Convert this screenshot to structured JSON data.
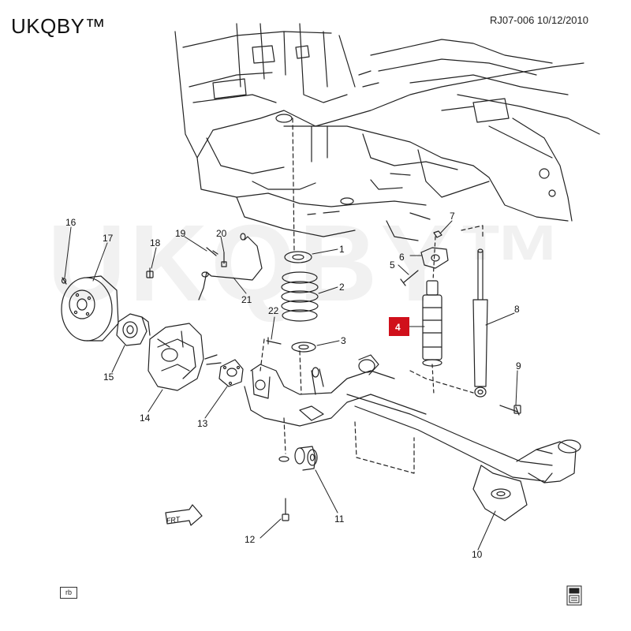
{
  "header": {
    "brand": "UKQBY™",
    "reference": "RJ07-006  10/12/2010"
  },
  "watermark": "UKQBY™",
  "footer": {
    "rb_label": "rb"
  },
  "front_marker": "FRT",
  "highlight_color": "#d0101b",
  "line_color": "#222222",
  "parts": [
    {
      "number": "1"
    },
    {
      "number": "2"
    },
    {
      "number": "3"
    },
    {
      "number": "4"
    },
    {
      "number": "5"
    },
    {
      "number": "6"
    },
    {
      "number": "7"
    },
    {
      "number": "8"
    },
    {
      "number": "9"
    },
    {
      "number": "10"
    },
    {
      "number": "11"
    },
    {
      "number": "12"
    },
    {
      "number": "13"
    },
    {
      "number": "14"
    },
    {
      "number": "15"
    },
    {
      "number": "16"
    },
    {
      "number": "17"
    },
    {
      "number": "18"
    },
    {
      "number": "19"
    },
    {
      "number": "20"
    },
    {
      "number": "21"
    },
    {
      "number": "22"
    }
  ],
  "highlighted_part": "4"
}
